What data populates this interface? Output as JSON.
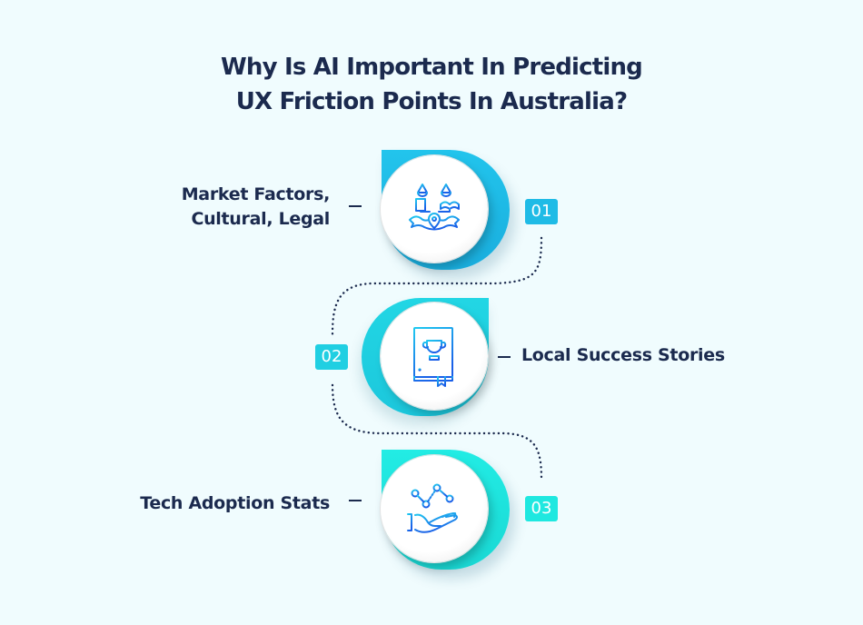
{
  "title": {
    "line1": "Why Is AI Important In Predicting",
    "line2": "UX Friction Points In Australia?"
  },
  "colors": {
    "background": "#f0fcfe",
    "text": "#1b2a4e",
    "step1_accent": "#1fbbe6",
    "step2_accent": "#20cfe2",
    "step3_accent": "#1fe8e0",
    "icon_gradient_start": "#1fc9f0",
    "icon_gradient_end": "#1a5fe8",
    "connector": "#1b2a4e"
  },
  "steps": [
    {
      "number": "01",
      "label_line1": "Market Factors,",
      "label_line2": "Cultural, Legal",
      "icon": "law-scale-location-icon"
    },
    {
      "number": "02",
      "label_line1": "Local Success Stories",
      "icon": "trophy-book-icon"
    },
    {
      "number": "03",
      "label_line1": "Tech Adoption Stats",
      "icon": "hand-graph-icon"
    }
  ]
}
